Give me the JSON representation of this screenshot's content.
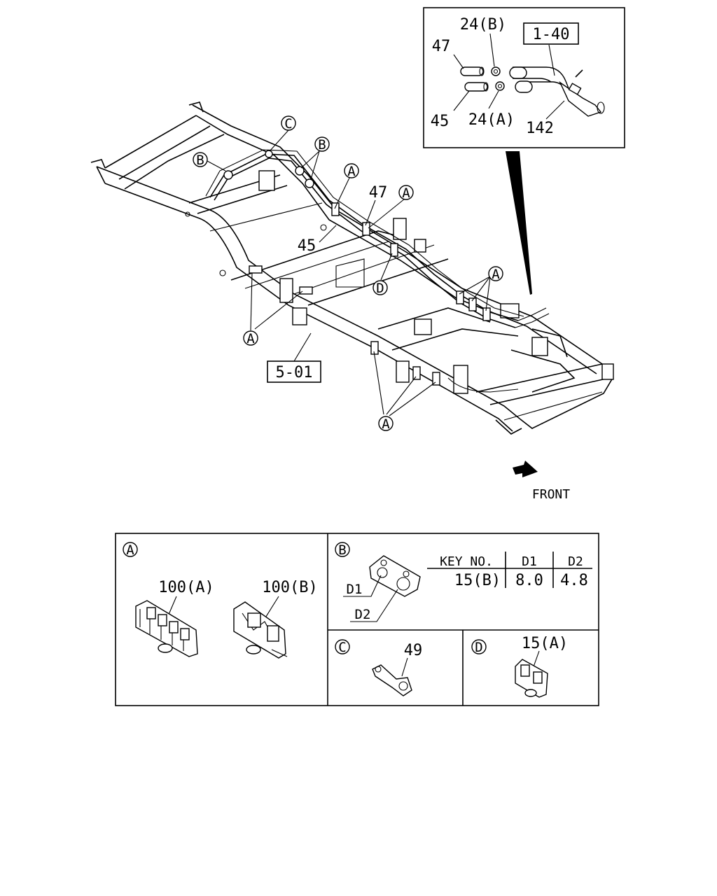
{
  "inset": {
    "box_ref": "1-40",
    "labels": [
      "24(B)",
      "47",
      "45",
      "24(A)",
      "142"
    ]
  },
  "main": {
    "box_ref": "5-01",
    "callouts": {
      "a": "A",
      "b": "B",
      "c": "C",
      "d": "D"
    },
    "labels": [
      "47",
      "45"
    ],
    "front_label": "FRONT"
  },
  "detail_a": {
    "letter": "A",
    "parts": [
      "100(A)",
      "100(B)"
    ]
  },
  "detail_b": {
    "letter": "B",
    "d1_label": "D1",
    "d2_label": "D2",
    "table": {
      "headers": [
        "KEY NO.",
        "D1",
        "D2"
      ],
      "rows": [
        [
          "15(B)",
          "8.0",
          "4.8"
        ]
      ]
    }
  },
  "detail_c": {
    "letter": "C",
    "part": "49"
  },
  "detail_d": {
    "letter": "D",
    "part": "15(A)"
  }
}
